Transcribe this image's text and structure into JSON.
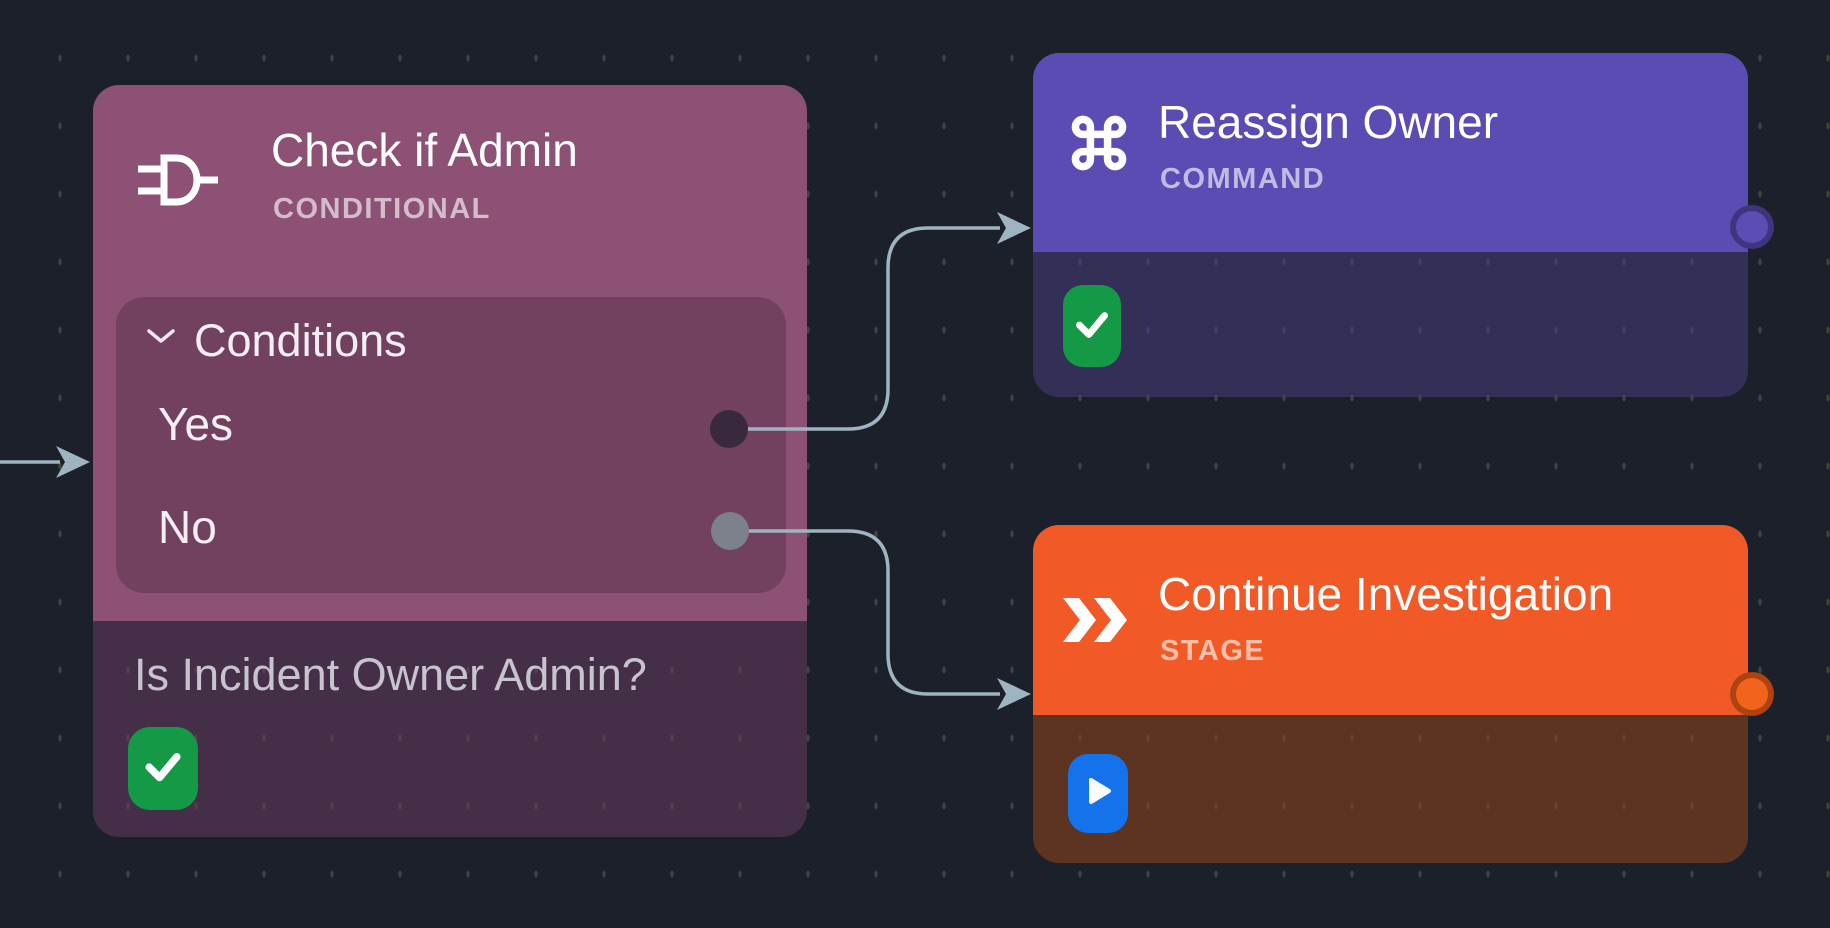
{
  "canvas": {
    "background_color": "#1b202b",
    "grid_dot_color": "#45433b",
    "edge_color": "#9fb4c1"
  },
  "nodes": {
    "conditional": {
      "title": "Check if Admin",
      "type_label": "CONDITIONAL",
      "icon": "logic-gate-icon",
      "panel_header": "Conditions",
      "branches": [
        {
          "label": "Yes",
          "port_color": "#38293f"
        },
        {
          "label": "No",
          "port_color": "#7b828b"
        }
      ],
      "note": "Is Incident Owner Admin?",
      "status_icon": "check-icon",
      "header_color": "#8d5175",
      "badge_color": "#149a47"
    },
    "command": {
      "title": "Reassign Owner",
      "type_label": "COMMAND",
      "icon": "command-icon",
      "status_icon": "check-icon",
      "header_color": "#5b4cb3",
      "badge_color": "#149a47",
      "port_color": "#5c4db4"
    },
    "stage": {
      "title": "Continue Investigation",
      "type_label": "STAGE",
      "icon": "double-chevron-icon",
      "status_icon": "play-icon",
      "header_color": "#f15a27",
      "badge_color": "#1473eb",
      "port_color": "#f2641c"
    }
  },
  "edges": {
    "color": "#9fb4c1",
    "connections": [
      {
        "from": "canvas-left",
        "to": "Check if Admin"
      },
      {
        "from": "Check if Admin / Yes",
        "to": "Reassign Owner"
      },
      {
        "from": "Check if Admin / No",
        "to": "Continue Investigation"
      }
    ]
  }
}
